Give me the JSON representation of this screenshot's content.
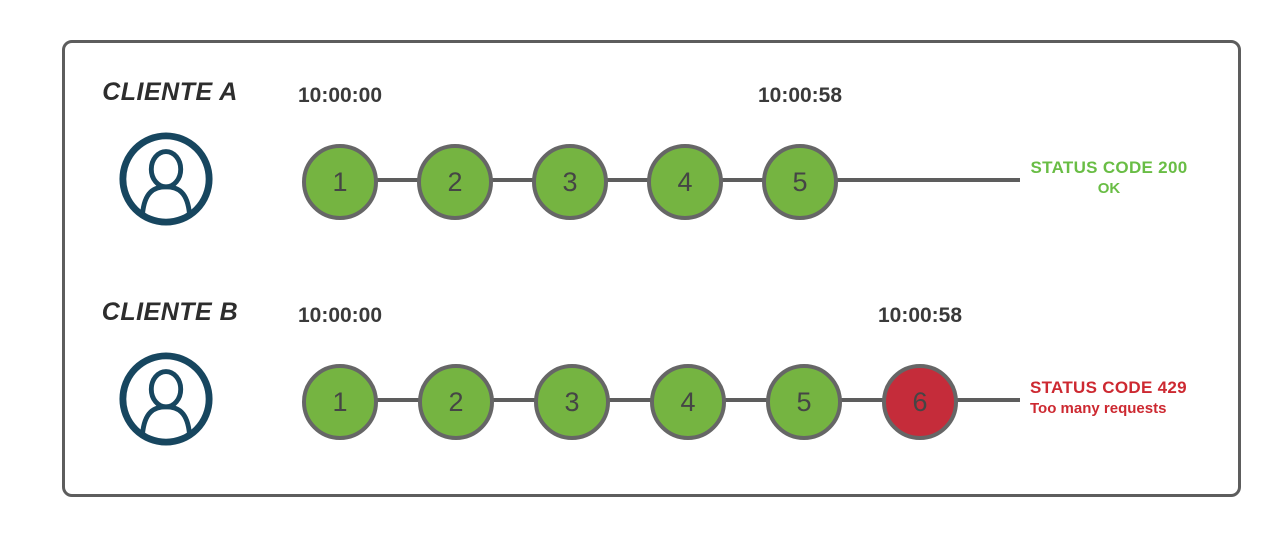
{
  "colors": {
    "ok_fill": "#75b441",
    "error_fill": "#c52c3a",
    "ok_text": "#69bd45",
    "error_text": "#cd2931",
    "circle_border": "#666666",
    "timeline": "#5d5d5d",
    "icon": "#17465f",
    "frame_border": "#5d5d5d"
  },
  "icons": {
    "user": "user-circle-icon"
  },
  "rows": [
    {
      "client_label": "CLIENTE A",
      "start_time": "10:00:00",
      "end_time": "10:00:58",
      "requests": [
        {
          "label": "1",
          "state": "ok"
        },
        {
          "label": "2",
          "state": "ok"
        },
        {
          "label": "3",
          "state": "ok"
        },
        {
          "label": "4",
          "state": "ok"
        },
        {
          "label": "5",
          "state": "ok"
        }
      ],
      "status_line1": "STATUS CODE 200",
      "status_line2": "OK",
      "status_state": "ok",
      "status_align": "center"
    },
    {
      "client_label": "CLIENTE B",
      "start_time": "10:00:00",
      "end_time": "10:00:58",
      "requests": [
        {
          "label": "1",
          "state": "ok"
        },
        {
          "label": "2",
          "state": "ok"
        },
        {
          "label": "3",
          "state": "ok"
        },
        {
          "label": "4",
          "state": "ok"
        },
        {
          "label": "5",
          "state": "ok"
        },
        {
          "label": "6",
          "state": "error"
        }
      ],
      "status_line1": "STATUS CODE 429",
      "status_line2": "Too many requests",
      "status_state": "error",
      "status_align": "left"
    }
  ]
}
